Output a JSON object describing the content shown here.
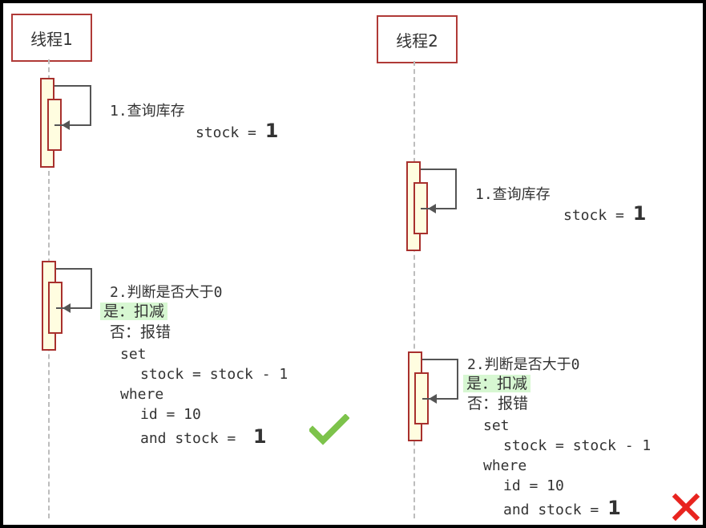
{
  "lanes": [
    {
      "title": "线程1"
    },
    {
      "title": "线程2"
    }
  ],
  "thread1": {
    "step1_label": "1.查询库存",
    "step1_stock_label": "stock =",
    "step1_stock_value": "1",
    "step2_label": "2.判断是否大于0",
    "step2_yes": "是：扣减",
    "step2_no": "否：报错",
    "sql": {
      "set": "set",
      "assign": "stock = stock - 1",
      "where": "where",
      "id_cond": "id = 10",
      "and_cond": "and stock =",
      "and_value": "1"
    },
    "result_icon": "check-icon",
    "result_color": "#7dc34b"
  },
  "thread2": {
    "step1_label": "1.查询库存",
    "step1_stock_label": "stock =",
    "step1_stock_value": "1",
    "step2_label": "2.判断是否大于0",
    "step2_yes": "是：扣减",
    "step2_no": "否：报错",
    "sql": {
      "set": "set",
      "assign": "stock = stock - 1",
      "where": "where",
      "id_cond": "id = 10",
      "and_cond": "and stock =",
      "and_value": "1"
    },
    "result_icon": "cross-icon",
    "result_color": "#e8241f"
  }
}
